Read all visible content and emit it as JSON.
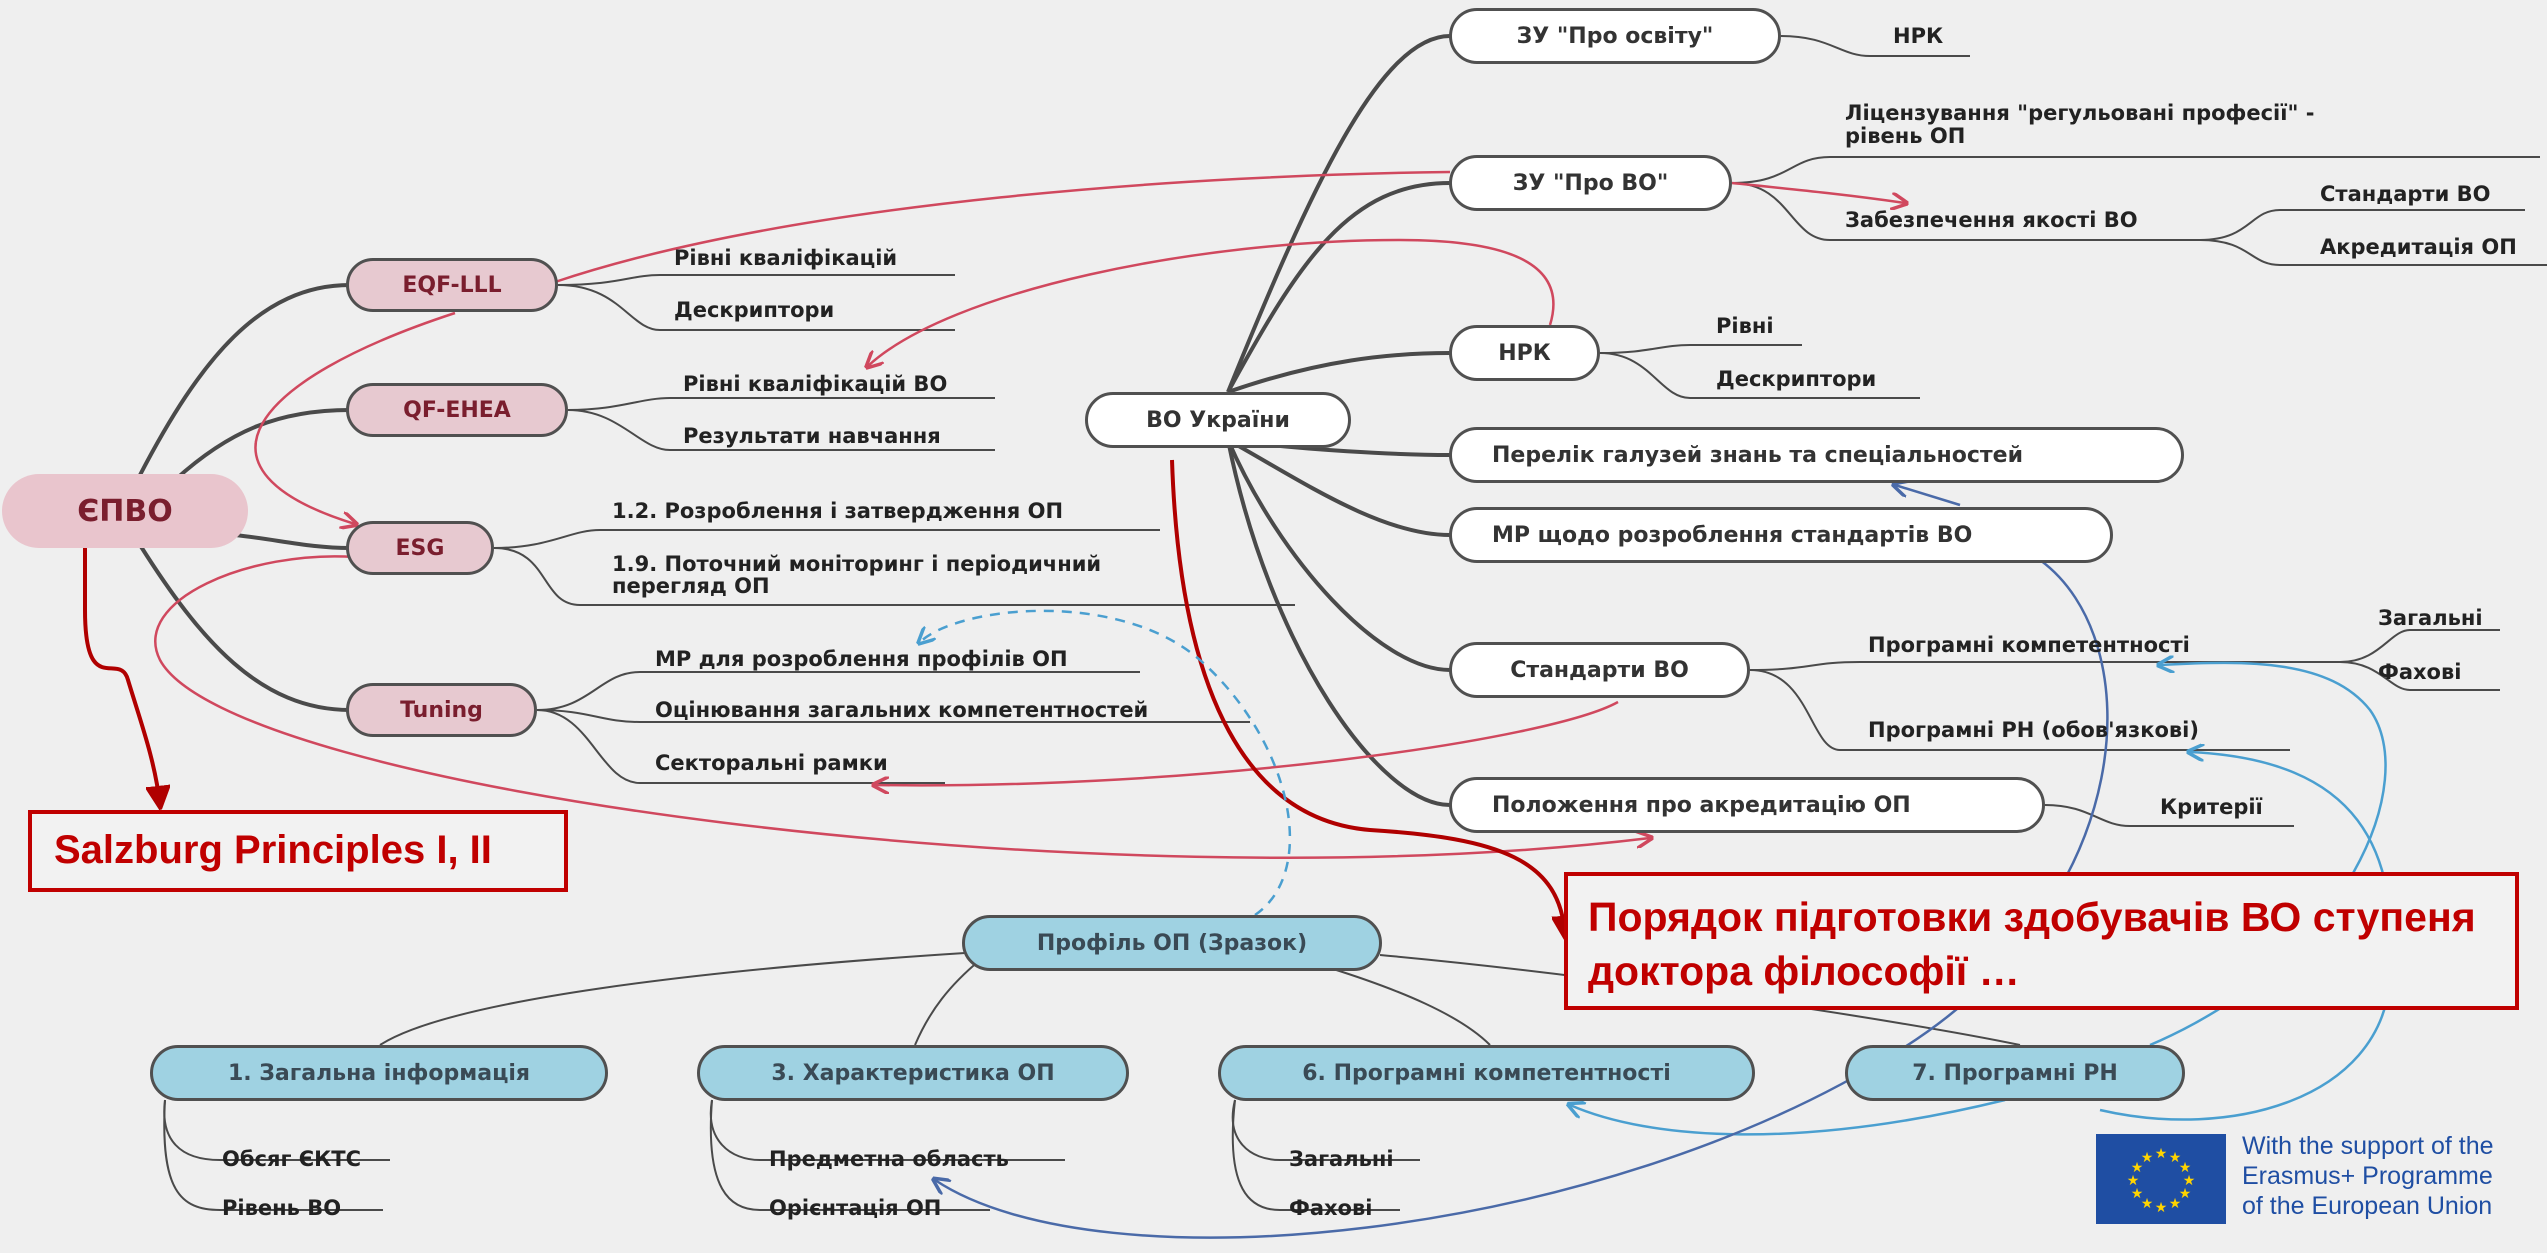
{
  "root": {
    "label": "ЄПВО"
  },
  "frameworks": {
    "eqf": "EQF-LLL",
    "qf": "QF-EHEA",
    "esg": "ESG",
    "tuning": "Tuning"
  },
  "framework_leaves": {
    "eqf_1": "Рівні кваліфікацій",
    "eqf_2": "Дескриптори",
    "qf_1": "Рівні кваліфікацій ВО",
    "qf_2": "Результати навчання",
    "esg_1": "1.2. Розроблення і затвердження ОП",
    "esg_2a": "1.9. Поточний моніторинг і періодичний",
    "esg_2b": "перегляд ОП",
    "tuning_1": "МР для розроблення профілів ОП",
    "tuning_2": "Оцінювання загальних компетентностей",
    "tuning_3": "Секторальні рамки"
  },
  "center": {
    "label": "ВО України"
  },
  "ukraine_nodes": {
    "zu_osvita": "ЗУ \"Про освіту\"",
    "zu_vo": "ЗУ \"Про ВО\"",
    "nrk": "НРК",
    "perelik": "Перелік галузей знань та спеціальностей",
    "mr": "МР щодо розроблення стандартів ВО",
    "standarty": "Стандарти ВО",
    "polozhennia": "Положення про акредитацію ОП"
  },
  "ukraine_leaves": {
    "zu_osvita_nrk": "НРК",
    "lic_a": "Ліцензування \"регульовані  професії\" -",
    "lic_b": "рівень ОП",
    "zabezp": "Забезпечення якості ВО",
    "zabezp_1": "Стандарти ВО",
    "zabezp_2": "Акредитація ОП",
    "nrk_1": "Рівні",
    "nrk_2": "Дескриптори",
    "std_1": "Програмні компетентності",
    "std_1a": "Загальні",
    "std_1b": "Фахові",
    "std_2": "Програмні РН (обов'язкові)",
    "criteria": "Критерії"
  },
  "profile": {
    "title": "Профіль ОП (Зразок)",
    "sections": [
      "1. Загальна інформація",
      "3. Характеристика ОП",
      "6. Програмні компетентності",
      "7. Програмні РН"
    ],
    "leaves": {
      "s1_1": "Обсяг ЄКТС",
      "s1_2": "Рівень ВО",
      "s3_1": "Предметна область",
      "s3_2": "Орієнтація ОП",
      "s6_1": "Загальні",
      "s6_2": "Фахові"
    }
  },
  "callouts": {
    "salzburg": "Salzburg Principles I, II",
    "poriadok_1": "Порядок підготовки здобувачів ВО ступеня",
    "poriadok_2": "доктора філософії …"
  },
  "eu_support": {
    "line1": "With the support of the",
    "line2": "Erasmus+ Programme",
    "line3": "of the European Union",
    "flag_color": "#1f4ea3",
    "star_color": "#ffd400"
  },
  "colors": {
    "link_dark": "#4a4a4a",
    "link_red": "#d0485e",
    "link_darkred": "#b00000",
    "link_blue": "#4a9fd0",
    "link_navy": "#4a6aa8"
  }
}
